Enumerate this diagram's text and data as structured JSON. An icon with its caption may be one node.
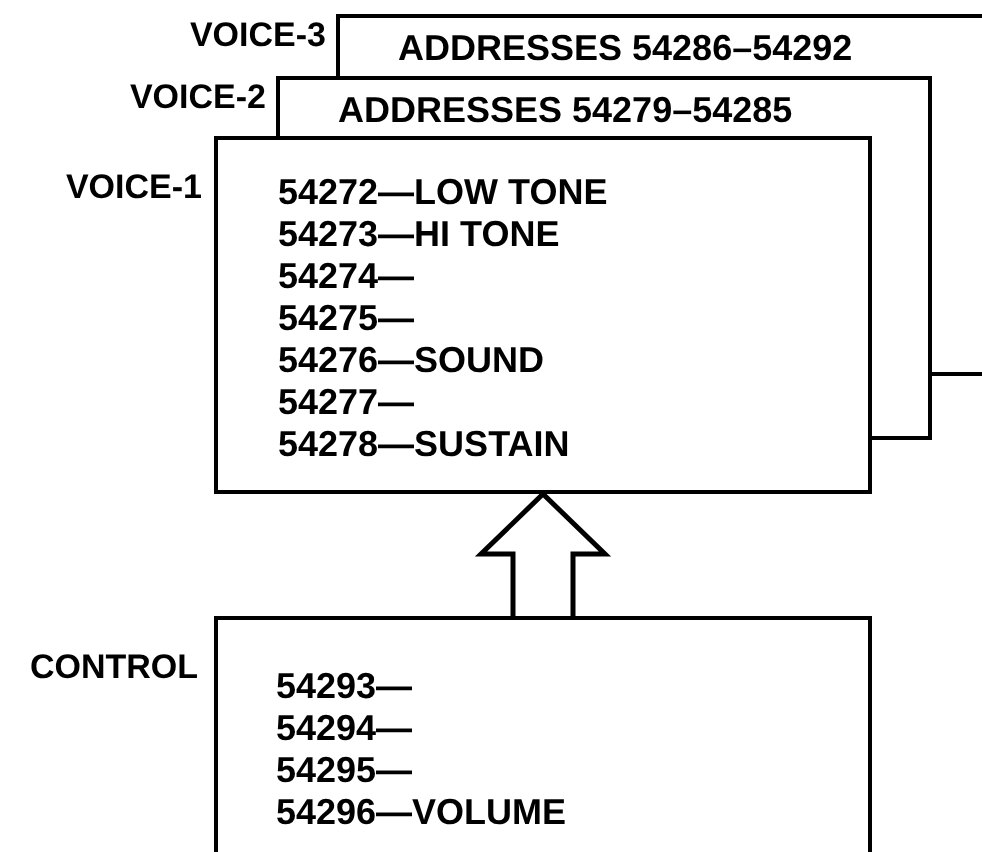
{
  "diagram": {
    "nodes": [
      {
        "text": [
          "VOICE-3",
          "ADDRESSES 54286–54292"
        ]
      },
      {
        "text": [
          "VOICE-2",
          "ADDRESSES 54279–54285"
        ]
      },
      {
        "text": [
          "VOICE-1",
          "54272—LOW TONE",
          "54273—HI TONE",
          "54274—",
          "54275—",
          "54276—SOUND",
          "54277—",
          "54278—SUSTAIN"
        ]
      },
      {
        "text": [
          "CONTROL",
          "54293—",
          "54294—",
          "54295—",
          "54296—VOLUME"
        ]
      }
    ],
    "edges": [
      {
        "from": 3,
        "to": 2,
        "arrow": "to",
        "style": "thick"
      }
    ]
  }
}
